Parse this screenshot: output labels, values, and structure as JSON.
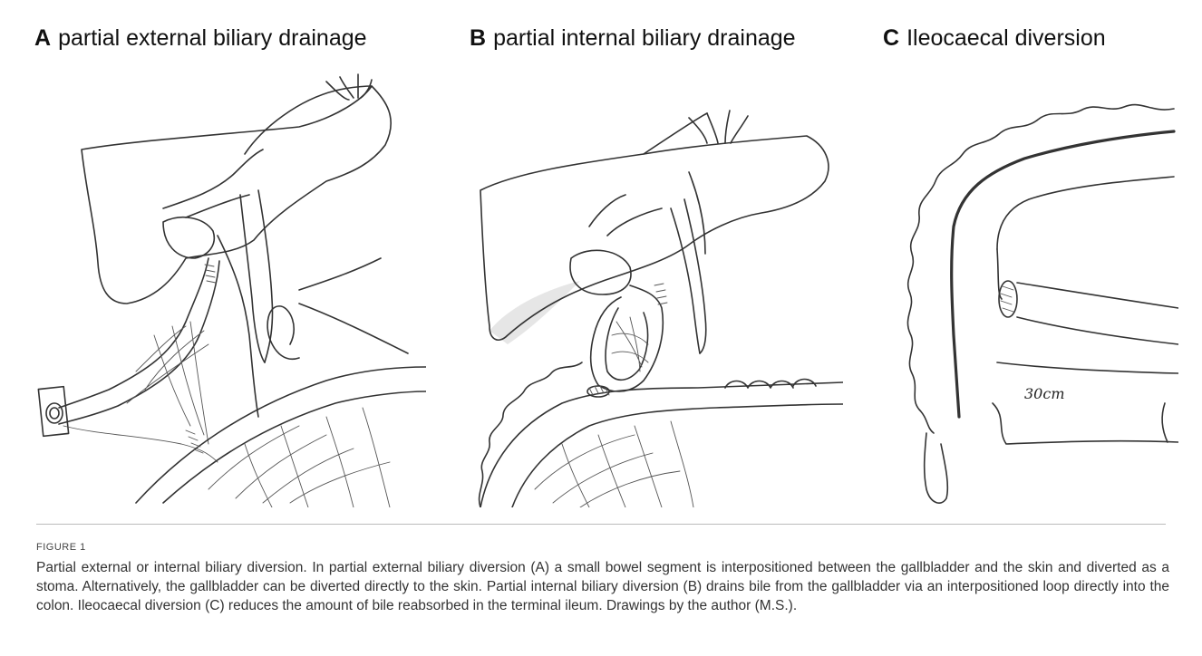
{
  "panels": [
    {
      "letter": "A",
      "title": "partial external biliary drainage"
    },
    {
      "letter": "B",
      "title": "partial internal biliary drainage"
    },
    {
      "letter": "C",
      "title": "Ileocaecal diversion"
    }
  ],
  "drawing_annotation": "30cm",
  "figure_label": "FIGURE 1",
  "caption": "Partial external or internal biliary diversion. In partial external biliary diversion (A) a small bowel segment is interpositioned between the gallbladder and the skin and diverted as a stoma. Alternatively, the gallbladder can be diverted directly to the skin. Partial internal biliary diversion (B) drains bile from the gallbladder via an interpositioned loop directly into the colon. Ileocaecal diversion (C) reduces the amount of bile reabsorbed in the terminal ileum. Drawings by the author (M.S.)."
}
